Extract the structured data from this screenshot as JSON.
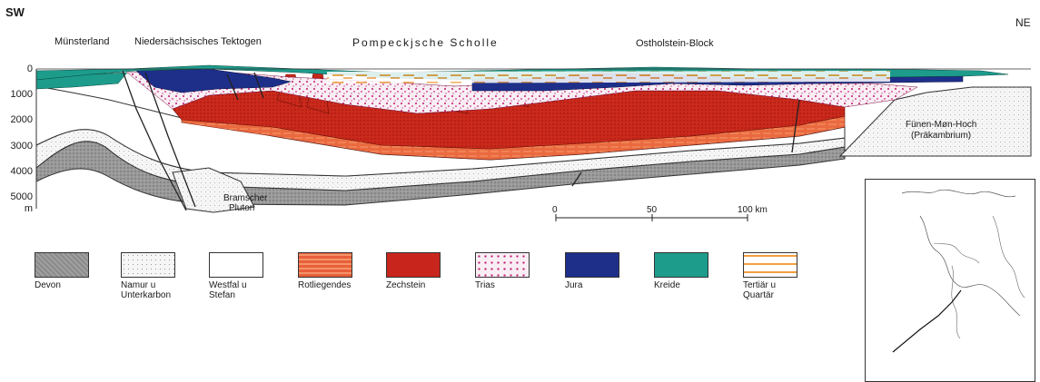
{
  "directions": {
    "left": "SW",
    "right": "NE"
  },
  "regions": {
    "muensterland": "Münsterland",
    "tektogen": "Niedersächsisches Tektogen",
    "scholle": "Pompeckjsche Scholle",
    "ostholstein": "Ostholstein-Block"
  },
  "depth_axis": {
    "ticks": [
      "0",
      "1000",
      "2000",
      "3000",
      "4000",
      "5000"
    ],
    "unit": "m"
  },
  "annotations": {
    "bramscher_1": "Bramscher",
    "bramscher_2": "Pluton",
    "fuenen_1": "Fünen-Møn-Hoch",
    "fuenen_2": "(Präkambrium)"
  },
  "scale_bar": {
    "ticks": [
      "0",
      "50",
      "100 km"
    ]
  },
  "legend": [
    {
      "id": "devon",
      "lines": [
        "Devon"
      ],
      "color": "#8c8c8c",
      "pattern": "dots-grey"
    },
    {
      "id": "namur",
      "lines": [
        "Namur u",
        "Unterkarbon"
      ],
      "color": "#f4f4f4",
      "pattern": "dots-light"
    },
    {
      "id": "westfal",
      "lines": [
        "Westfal u",
        "Stefan"
      ],
      "color": "#ffffff",
      "pattern": "plain"
    },
    {
      "id": "rotliegendes",
      "lines": [
        "Rotliegendes"
      ],
      "color": "#e8603a",
      "pattern": "streaks"
    },
    {
      "id": "zechstein",
      "lines": [
        "Zechstein"
      ],
      "color": "#c8261c",
      "pattern": "solid"
    },
    {
      "id": "trias",
      "lines": [
        "Trias"
      ],
      "color": "#f7e6ef",
      "pattern": "magenta-dots"
    },
    {
      "id": "jura",
      "lines": [
        "Jura"
      ],
      "color": "#1e2f8a",
      "pattern": "solid"
    },
    {
      "id": "kreide",
      "lines": [
        "Kreide"
      ],
      "color": "#1d9c8c",
      "pattern": "solid"
    },
    {
      "id": "tertiaer",
      "lines": [
        "Tertiär u",
        "Quartär"
      ],
      "color": "#f0a040",
      "pattern": "dashes"
    }
  ]
}
